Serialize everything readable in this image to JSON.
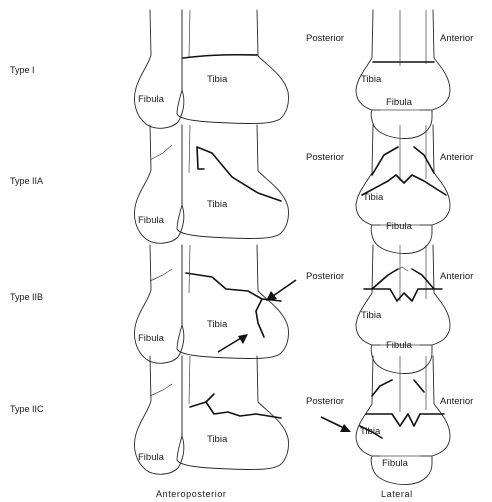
{
  "types": [
    {
      "label": "Type I"
    },
    {
      "label": "Type IIA"
    },
    {
      "label": "Type IIB"
    },
    {
      "label": "Type IIC"
    }
  ],
  "bones": {
    "tibia": "Tibia",
    "fibula": "Fibula"
  },
  "directions": {
    "posterior": "Posterior",
    "anterior": "Anterior"
  },
  "views": {
    "anteroposterior": "Anteroposterior",
    "lateral": "Lateral"
  }
}
